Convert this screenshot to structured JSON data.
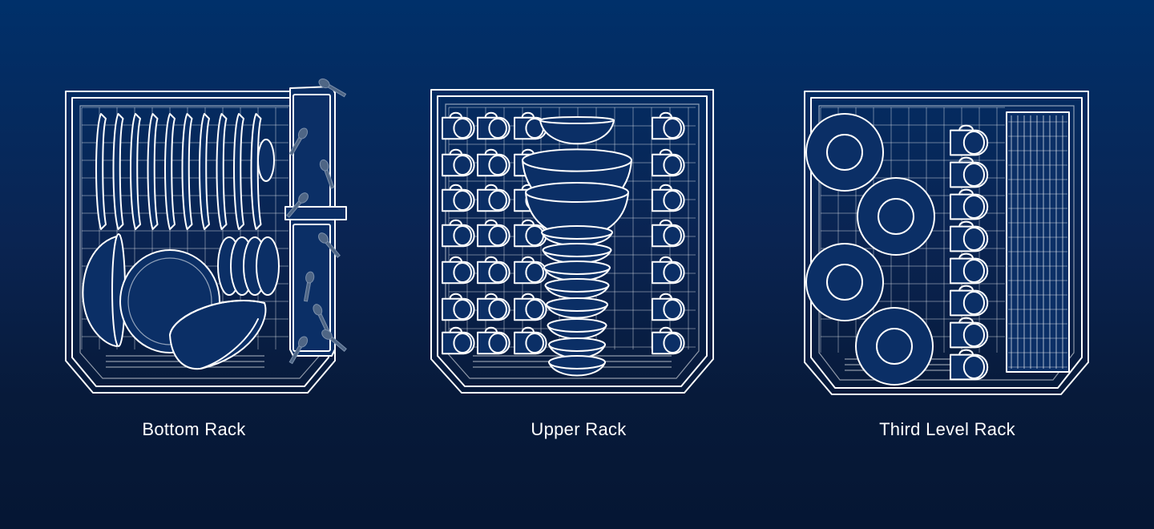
{
  "racks": [
    {
      "id": "bottom",
      "label": "Bottom Rack"
    },
    {
      "id": "upper",
      "label": "Upper Rack"
    },
    {
      "id": "third",
      "label": "Third Level Rack"
    }
  ],
  "colors": {
    "background_top": "#00306a",
    "background_bottom": "#051633",
    "line": "#ffffff",
    "dish_fill": "#0b2f66",
    "utensil": "#4f6685"
  },
  "icons": [
    "plate-icon",
    "bowl-icon",
    "mug-icon",
    "utensil-icon",
    "cutlery-basket-icon"
  ]
}
